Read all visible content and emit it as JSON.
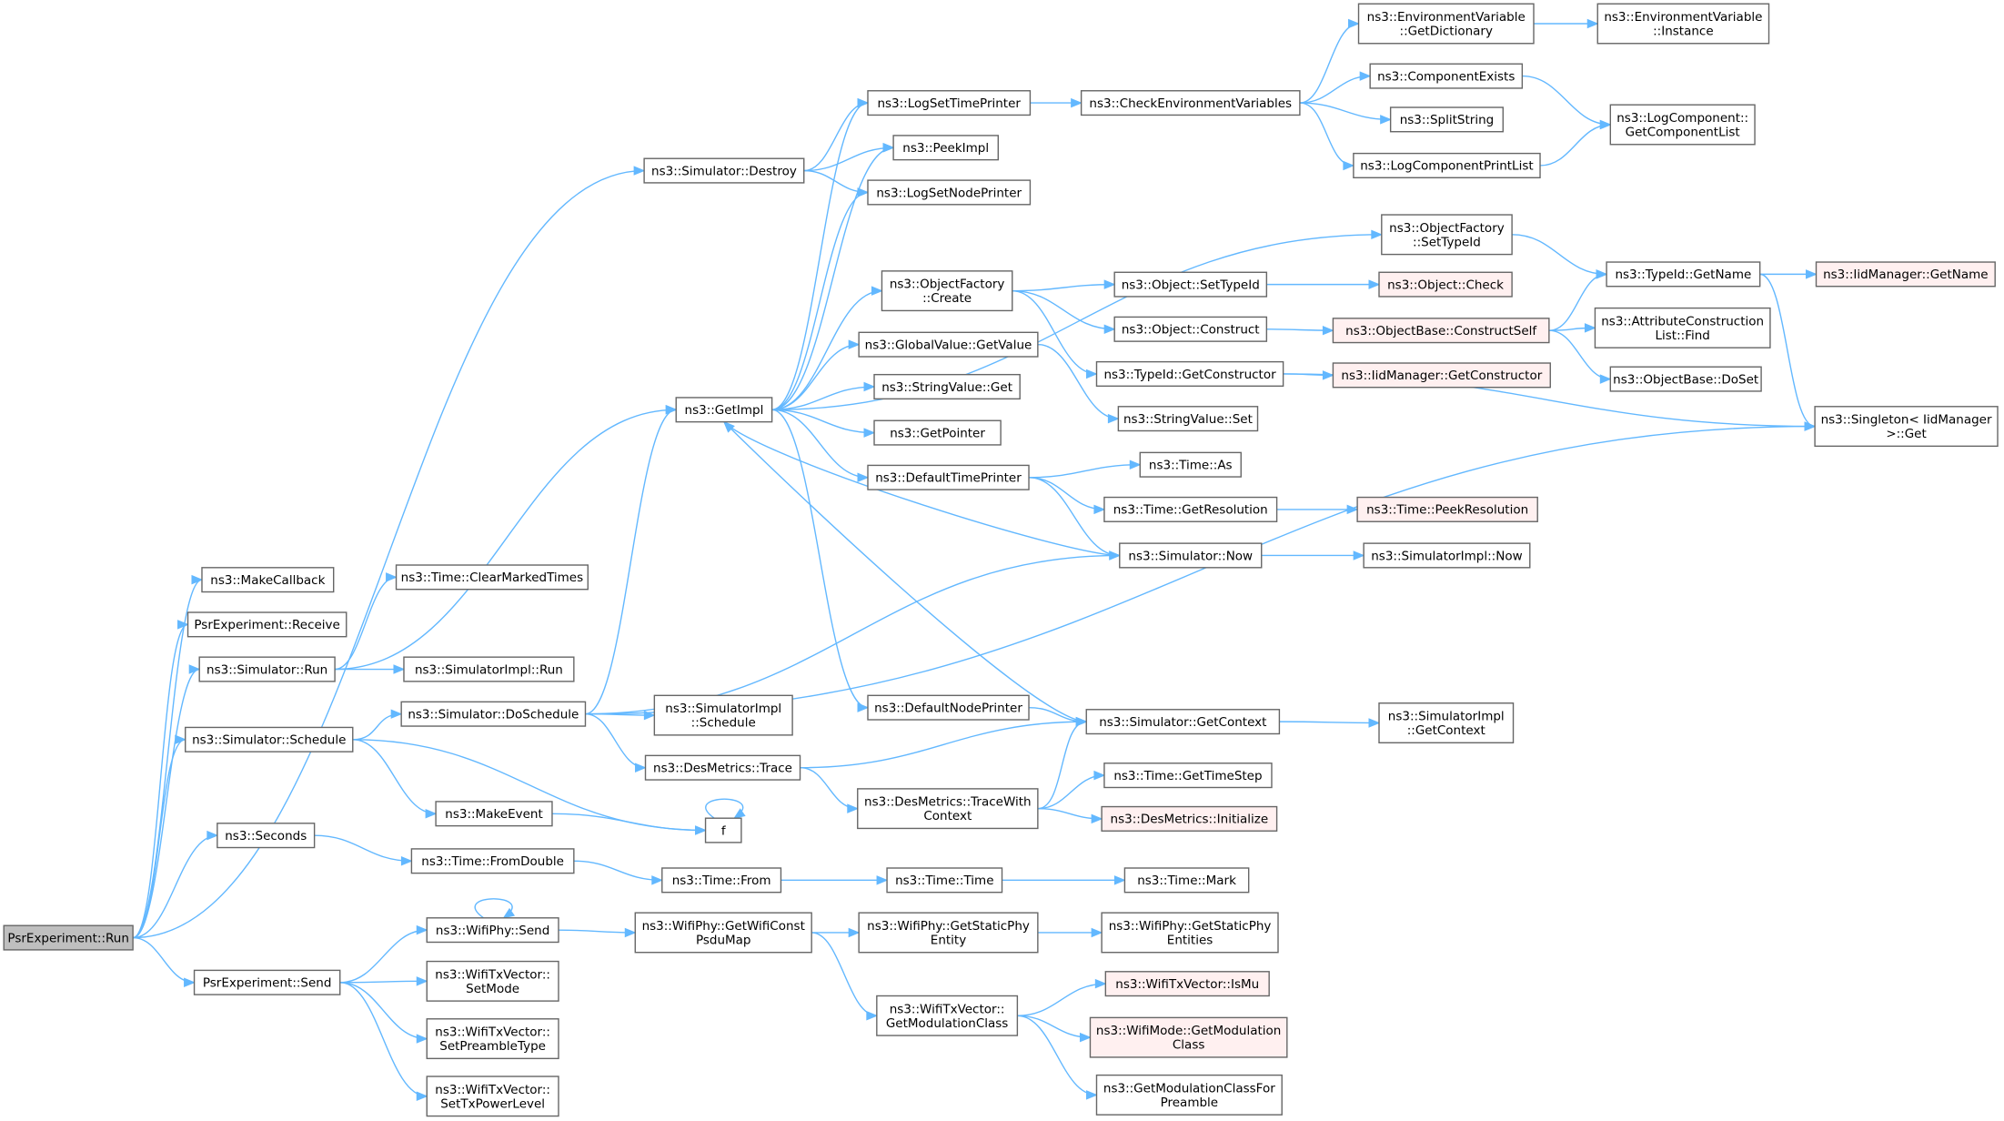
{
  "graph": {
    "colors": {
      "root_fill": "#bfbfbf",
      "node_fill": "#ffffff",
      "node_stroke": "#666666",
      "truncated_fill": "#fff0f0",
      "truncated_stroke": "#ff0000",
      "edge": "#63b8ff",
      "text": "#000000"
    },
    "nodes": [
      {
        "id": "run",
        "lines": [
          "PsrExperiment::Run"
        ],
        "kind": "root"
      },
      {
        "id": "destroy",
        "lines": [
          "ns3::Simulator::Destroy"
        ]
      },
      {
        "id": "makecb",
        "lines": [
          "ns3::MakeCallback"
        ]
      },
      {
        "id": "receive",
        "lines": [
          "PsrExperiment::Receive"
        ]
      },
      {
        "id": "simrun",
        "lines": [
          "ns3::Simulator::Run"
        ]
      },
      {
        "id": "schedule",
        "lines": [
          "ns3::Simulator::Schedule"
        ]
      },
      {
        "id": "seconds",
        "lines": [
          "ns3::Seconds"
        ]
      },
      {
        "id": "send",
        "lines": [
          "PsrExperiment::Send"
        ]
      },
      {
        "id": "clearmarked",
        "lines": [
          "ns3::Time::ClearMarkedTimes"
        ]
      },
      {
        "id": "implrun",
        "lines": [
          "ns3::SimulatorImpl::Run"
        ]
      },
      {
        "id": "doschedule",
        "lines": [
          "ns3::Simulator::DoSchedule"
        ]
      },
      {
        "id": "makeevent",
        "lines": [
          "ns3::MakeEvent"
        ]
      },
      {
        "id": "fromdouble",
        "lines": [
          "ns3::Time::FromDouble"
        ]
      },
      {
        "id": "wifisend",
        "lines": [
          "ns3::WifiPhy::Send"
        ]
      },
      {
        "id": "setmode",
        "lines": [
          "ns3::WifiTxVector::",
          "SetMode"
        ]
      },
      {
        "id": "setpreamble",
        "lines": [
          "ns3::WifiTxVector::",
          "SetPreambleType"
        ]
      },
      {
        "id": "settxpower",
        "lines": [
          "ns3::WifiTxVector::",
          "SetTxPowerLevel"
        ]
      },
      {
        "id": "getimpl",
        "lines": [
          "ns3::GetImpl"
        ]
      },
      {
        "id": "implschedule",
        "lines": [
          "ns3::SimulatorImpl",
          "::Schedule"
        ]
      },
      {
        "id": "destrace",
        "lines": [
          "ns3::DesMetrics::Trace"
        ]
      },
      {
        "id": "f",
        "lines": [
          "f"
        ]
      },
      {
        "id": "timefrom",
        "lines": [
          "ns3::Time::From"
        ]
      },
      {
        "id": "getwificonst",
        "lines": [
          "ns3::WifiPhy::GetWifiConst",
          "PsduMap"
        ]
      },
      {
        "id": "logsettime",
        "lines": [
          "ns3::LogSetTimePrinter"
        ]
      },
      {
        "id": "peekimpl",
        "lines": [
          "ns3::PeekImpl"
        ]
      },
      {
        "id": "logsetnode",
        "lines": [
          "ns3::LogSetNodePrinter"
        ]
      },
      {
        "id": "objfcreate",
        "lines": [
          "ns3::ObjectFactory",
          "::Create"
        ]
      },
      {
        "id": "gvgetvalue",
        "lines": [
          "ns3::GlobalValue::GetValue"
        ]
      },
      {
        "id": "stringget",
        "lines": [
          "ns3::StringValue::Get"
        ]
      },
      {
        "id": "getpointer",
        "lines": [
          "ns3::GetPointer"
        ]
      },
      {
        "id": "deftimeprinter",
        "lines": [
          "ns3::DefaultTimePrinter"
        ]
      },
      {
        "id": "defnodeprinter",
        "lines": [
          "ns3::DefaultNodePrinter"
        ]
      },
      {
        "id": "tracewithctx",
        "lines": [
          "ns3::DesMetrics::TraceWith",
          "Context"
        ]
      },
      {
        "id": "timetime",
        "lines": [
          "ns3::Time::Time"
        ]
      },
      {
        "id": "getstaticphy",
        "lines": [
          "ns3::WifiPhy::GetStaticPhy",
          "Entity"
        ]
      },
      {
        "id": "getmodclass",
        "lines": [
          "ns3::WifiTxVector::",
          "GetModulationClass"
        ]
      },
      {
        "id": "checkenv",
        "lines": [
          "ns3::CheckEnvironmentVariables"
        ]
      },
      {
        "id": "objsettypeid",
        "lines": [
          "ns3::Object::SetTypeId"
        ]
      },
      {
        "id": "objconstruct",
        "lines": [
          "ns3::Object::Construct"
        ]
      },
      {
        "id": "typeidgetctor",
        "lines": [
          "ns3::TypeId::GetConstructor"
        ]
      },
      {
        "id": "stringset",
        "lines": [
          "ns3::StringValue::Set"
        ]
      },
      {
        "id": "timeas",
        "lines": [
          "ns3::Time::As"
        ]
      },
      {
        "id": "timegetres",
        "lines": [
          "ns3::Time::GetResolution"
        ]
      },
      {
        "id": "simnow",
        "lines": [
          "ns3::Simulator::Now"
        ]
      },
      {
        "id": "simgetctx",
        "lines": [
          "ns3::Simulator::GetContext"
        ]
      },
      {
        "id": "timegetstep",
        "lines": [
          "ns3::Time::GetTimeStep"
        ]
      },
      {
        "id": "desinit",
        "lines": [
          "ns3::DesMetrics::Initialize"
        ],
        "kind": "truncated"
      },
      {
        "id": "timemark",
        "lines": [
          "ns3::Time::Mark"
        ]
      },
      {
        "id": "getstaticphyentities",
        "lines": [
          "ns3::WifiPhy::GetStaticPhy",
          "Entities"
        ]
      },
      {
        "id": "ismu",
        "lines": [
          "ns3::WifiTxVector::IsMu"
        ],
        "kind": "truncated"
      },
      {
        "id": "wifimodegetmod",
        "lines": [
          "ns3::WifiMode::GetModulation",
          "Class"
        ],
        "kind": "truncated"
      },
      {
        "id": "getmodforpre",
        "lines": [
          "ns3::GetModulationClassFor",
          "Preamble"
        ]
      },
      {
        "id": "envgetdict",
        "lines": [
          "ns3::EnvironmentVariable",
          "::GetDictionary"
        ]
      },
      {
        "id": "compexists",
        "lines": [
          "ns3::ComponentExists"
        ]
      },
      {
        "id": "splitstring",
        "lines": [
          "ns3::SplitString"
        ]
      },
      {
        "id": "logcompprint",
        "lines": [
          "ns3::LogComponentPrintList"
        ]
      },
      {
        "id": "objfsettypeid",
        "lines": [
          "ns3::ObjectFactory",
          "::SetTypeId"
        ]
      },
      {
        "id": "objcheck",
        "lines": [
          "ns3::Object::Check"
        ],
        "kind": "truncated"
      },
      {
        "id": "objbasecs",
        "lines": [
          "ns3::ObjectBase::ConstructSelf"
        ],
        "kind": "truncated"
      },
      {
        "id": "iidgetctor",
        "lines": [
          "ns3::IidManager::GetConstructor"
        ],
        "kind": "truncated"
      },
      {
        "id": "peekres",
        "lines": [
          "ns3::Time::PeekResolution"
        ],
        "kind": "truncated"
      },
      {
        "id": "implnow",
        "lines": [
          "ns3::SimulatorImpl::Now"
        ]
      },
      {
        "id": "implgetctx",
        "lines": [
          "ns3::SimulatorImpl",
          "::GetContext"
        ]
      },
      {
        "id": "envinstance",
        "lines": [
          "ns3::EnvironmentVariable",
          "::Instance"
        ]
      },
      {
        "id": "logcompgetlist",
        "lines": [
          "ns3::LogComponent::",
          "GetComponentList"
        ]
      },
      {
        "id": "typeidgetname",
        "lines": [
          "ns3::TypeId::GetName"
        ]
      },
      {
        "id": "attrfind",
        "lines": [
          "ns3::AttributeConstruction",
          "List::Find"
        ]
      },
      {
        "id": "objbasedoset",
        "lines": [
          "ns3::ObjectBase::DoSet"
        ]
      },
      {
        "id": "singletonget",
        "lines": [
          "ns3::Singleton< IidManager",
          " >::Get"
        ]
      },
      {
        "id": "iidgetname",
        "lines": [
          "ns3::IidManager::GetName"
        ],
        "kind": "truncated"
      }
    ]
  }
}
